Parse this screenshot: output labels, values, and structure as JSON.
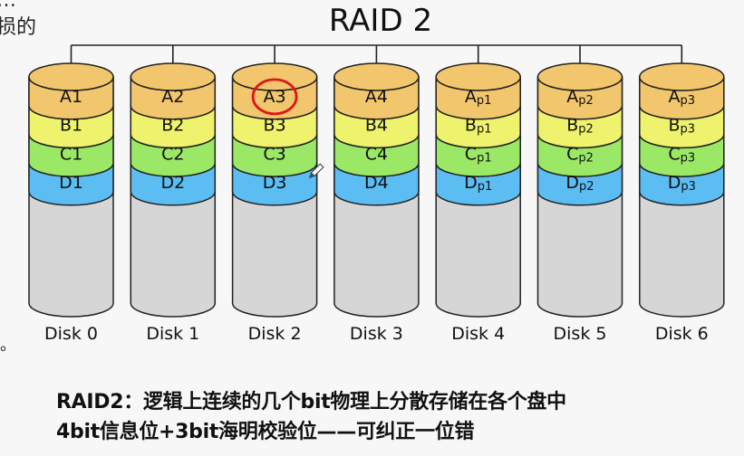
{
  "title": "RAID 2",
  "fragments": {
    "top_left_line1": "…",
    "top_left_line2": "损的",
    "left_period": "。"
  },
  "colors": {
    "band_a": "#f2c66c",
    "band_b": "#eef26c",
    "band_c": "#9ae865",
    "band_d": "#5cbdf2",
    "body": "#d6d6d6",
    "outline": "#222222",
    "highlight_circle": "#e01515"
  },
  "disks": [
    {
      "label": "Disk 0",
      "blocks": [
        {
          "main": "A1",
          "sub": ""
        },
        {
          "main": "B1",
          "sub": ""
        },
        {
          "main": "C1",
          "sub": ""
        },
        {
          "main": "D1",
          "sub": ""
        }
      ]
    },
    {
      "label": "Disk 1",
      "blocks": [
        {
          "main": "A2",
          "sub": ""
        },
        {
          "main": "B2",
          "sub": ""
        },
        {
          "main": "C2",
          "sub": ""
        },
        {
          "main": "D2",
          "sub": ""
        }
      ]
    },
    {
      "label": "Disk 2",
      "blocks": [
        {
          "main": "A3",
          "sub": ""
        },
        {
          "main": "B3",
          "sub": ""
        },
        {
          "main": "C3",
          "sub": ""
        },
        {
          "main": "D3",
          "sub": ""
        }
      ]
    },
    {
      "label": "Disk 3",
      "blocks": [
        {
          "main": "A4",
          "sub": ""
        },
        {
          "main": "B4",
          "sub": ""
        },
        {
          "main": "C4",
          "sub": ""
        },
        {
          "main": "D4",
          "sub": ""
        }
      ]
    },
    {
      "label": "Disk 4",
      "blocks": [
        {
          "main": "A",
          "sub": "p1"
        },
        {
          "main": "B",
          "sub": "p1"
        },
        {
          "main": "C",
          "sub": "p1"
        },
        {
          "main": "D",
          "sub": "p1"
        }
      ]
    },
    {
      "label": "Disk 5",
      "blocks": [
        {
          "main": "A",
          "sub": "p2"
        },
        {
          "main": "B",
          "sub": "p2"
        },
        {
          "main": "C",
          "sub": "p2"
        },
        {
          "main": "D",
          "sub": "p2"
        }
      ]
    },
    {
      "label": "Disk 6",
      "blocks": [
        {
          "main": "A",
          "sub": "p3"
        },
        {
          "main": "B",
          "sub": "p3"
        },
        {
          "main": "C",
          "sub": "p3"
        },
        {
          "main": "D",
          "sub": "p3"
        }
      ]
    }
  ],
  "annotation": {
    "circled_block": "A3",
    "circled_disk_index": 2,
    "pen_cursor": "pen-cursor-icon"
  },
  "caption": {
    "line1": "RAID2：逻辑上连续的几个bit物理上分散存储在各个盘中",
    "line2": "4bit信息位+3bit海明校验位——可纠正一位错"
  }
}
